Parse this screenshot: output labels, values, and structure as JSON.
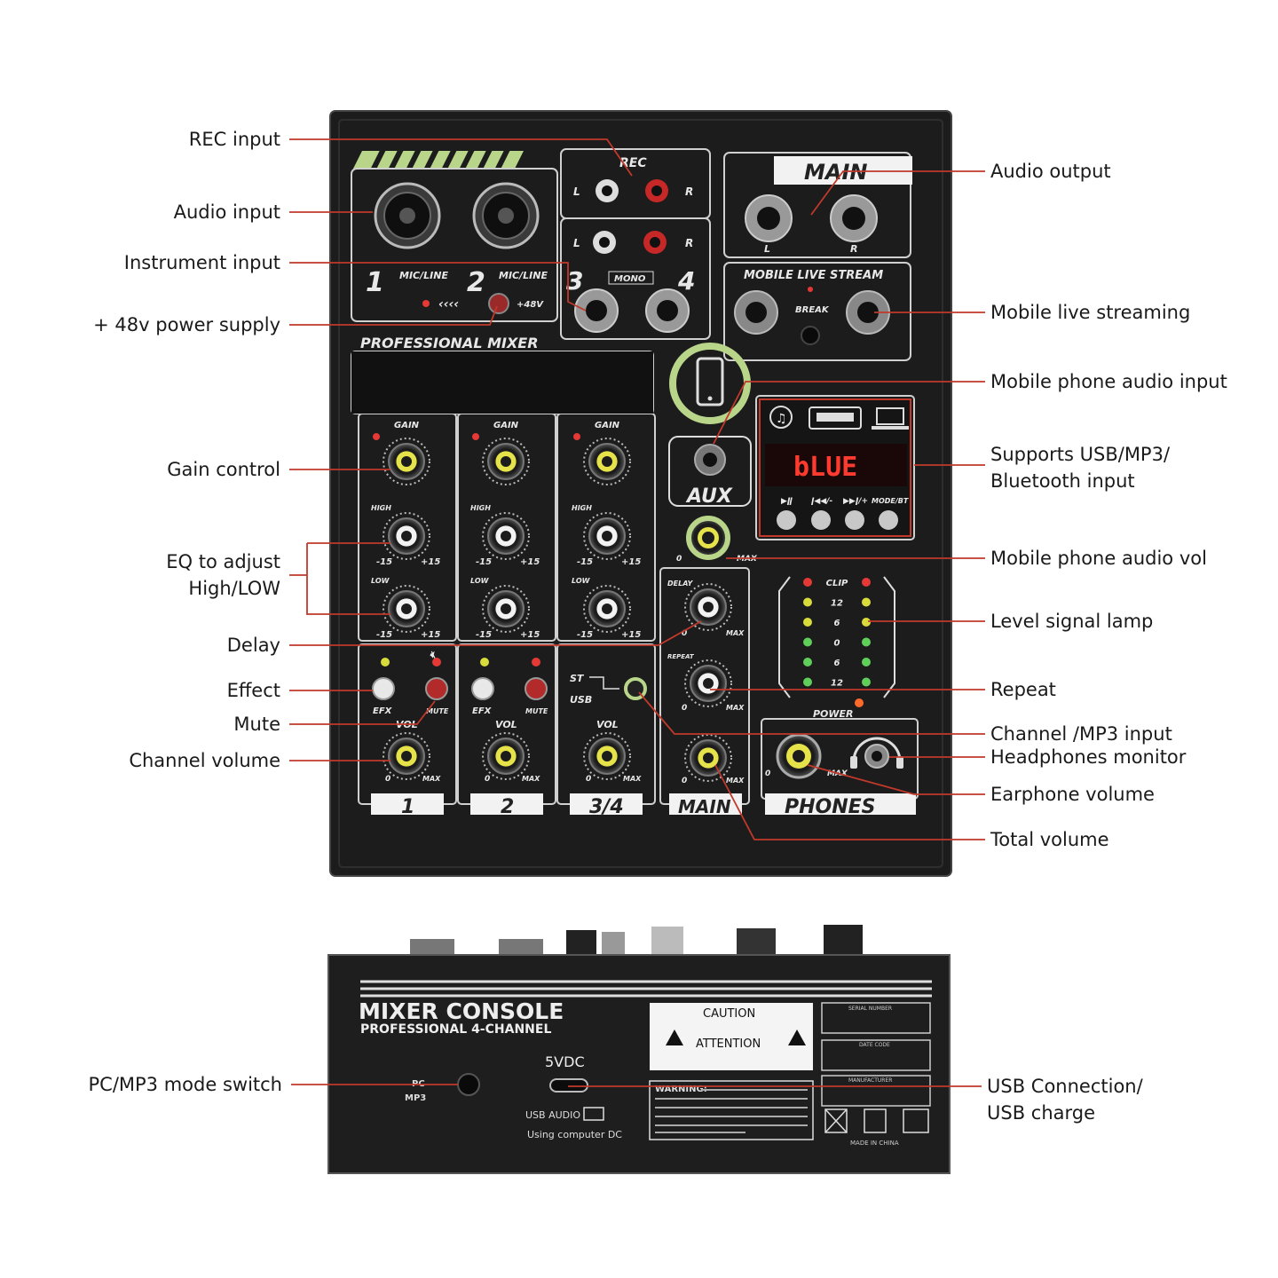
{
  "callouts_left": [
    {
      "id": "rec-input",
      "text": "REC input"
    },
    {
      "id": "audio-input",
      "text": "Audio input"
    },
    {
      "id": "instrument-input",
      "text": "Instrument input"
    },
    {
      "id": "phantom-power",
      "text": "+ 48v power supply"
    },
    {
      "id": "gain-control",
      "text": "Gain control"
    },
    {
      "id": "eq-adjust",
      "text": "EQ to adjust"
    },
    {
      "id": "eq-high-low",
      "text": "High/LOW"
    },
    {
      "id": "delay",
      "text": "Delay"
    },
    {
      "id": "effect",
      "text": "Effect"
    },
    {
      "id": "mute",
      "text": "Mute"
    },
    {
      "id": "channel-volume",
      "text": "Channel volume"
    },
    {
      "id": "pc-mp3-switch",
      "text": "PC/MP3 mode switch"
    }
  ],
  "callouts_right": [
    {
      "id": "audio-output",
      "text": "Audio output"
    },
    {
      "id": "mobile-live-streaming",
      "text": "Mobile live streaming"
    },
    {
      "id": "mobile-phone-audio-input",
      "text": "Mobile phone audio input"
    },
    {
      "id": "supports-usb",
      "text": "Supports USB/MP3/"
    },
    {
      "id": "bluetooth-input",
      "text": "Bluetooth input"
    },
    {
      "id": "mobile-phone-audio-vol",
      "text": "Mobile phone audio vol"
    },
    {
      "id": "level-signal-lamp",
      "text": "Level signal lamp"
    },
    {
      "id": "repeat",
      "text": "Repeat"
    },
    {
      "id": "channel-mp3-input",
      "text": "Channel /MP3 input"
    },
    {
      "id": "headphones-monitor",
      "text": "Headphones monitor"
    },
    {
      "id": "earphone-volume",
      "text": "Earphone volume"
    },
    {
      "id": "total-volume",
      "text": "Total volume"
    },
    {
      "id": "usb-connection",
      "text": "USB Connection/"
    },
    {
      "id": "usb-charge",
      "text": "USB charge"
    }
  ],
  "top_panel": {
    "rec": "REC",
    "main": "MAIN",
    "mono": "MONO",
    "mic_line": "MIC/LINE",
    "phantom": "+48V",
    "mobile_live_stream": "MOBILE LIVE STREAM",
    "break": "BREAK",
    "professional_mixer": "PROFESSIONAL MIXER",
    "gain": "GAIN",
    "high": "HIGH",
    "low": "LOW",
    "delay": "DELAY",
    "repeat": "REPEAT",
    "vol": "VOL",
    "efx": "EFX",
    "mute": "MUTE",
    "aux": "AUX",
    "power": "POWER",
    "st": "ST",
    "usb": "USB",
    "l": "L",
    "r": "R",
    "zero": "0",
    "max": "MAX",
    "minus15": "-15",
    "plus15": "+15",
    "display": "bLUE",
    "mode_bt": "MODE/BT",
    "channel_nums": [
      "1",
      "2",
      "3",
      "4"
    ],
    "strip_labels": [
      "1",
      "2",
      "3/4",
      "MAIN",
      "PHONES"
    ],
    "meter_labels": [
      "CLIP",
      "12",
      "6",
      "0",
      "6",
      "12"
    ]
  },
  "back_panel": {
    "title": "MIXER CONSOLE",
    "subtitle": "PROFESSIONAL 4-CHANNEL",
    "caution": "CAUTION",
    "attention": "ATTENTION",
    "warning": "WARNING:",
    "vdc": "5VDC",
    "pc": "PC",
    "mp3": "MP3",
    "usb_audio": "USB AUDIO",
    "using_computer": "Using computer DC",
    "serial": "SERIAL NUMBER",
    "date_code": "DATE CODE",
    "manufacturer": "MANUFACTURER",
    "made_in": "MADE IN CHINA"
  },
  "colors": {
    "panel": "#1c1c1c",
    "accent_green": "#b9d58a",
    "callout_line": "#c0392b",
    "knob_yellow": "#e6e24a",
    "led_red": "#e53935",
    "led_yellow": "#d8dc3a",
    "led_green": "#5fcf5a"
  }
}
